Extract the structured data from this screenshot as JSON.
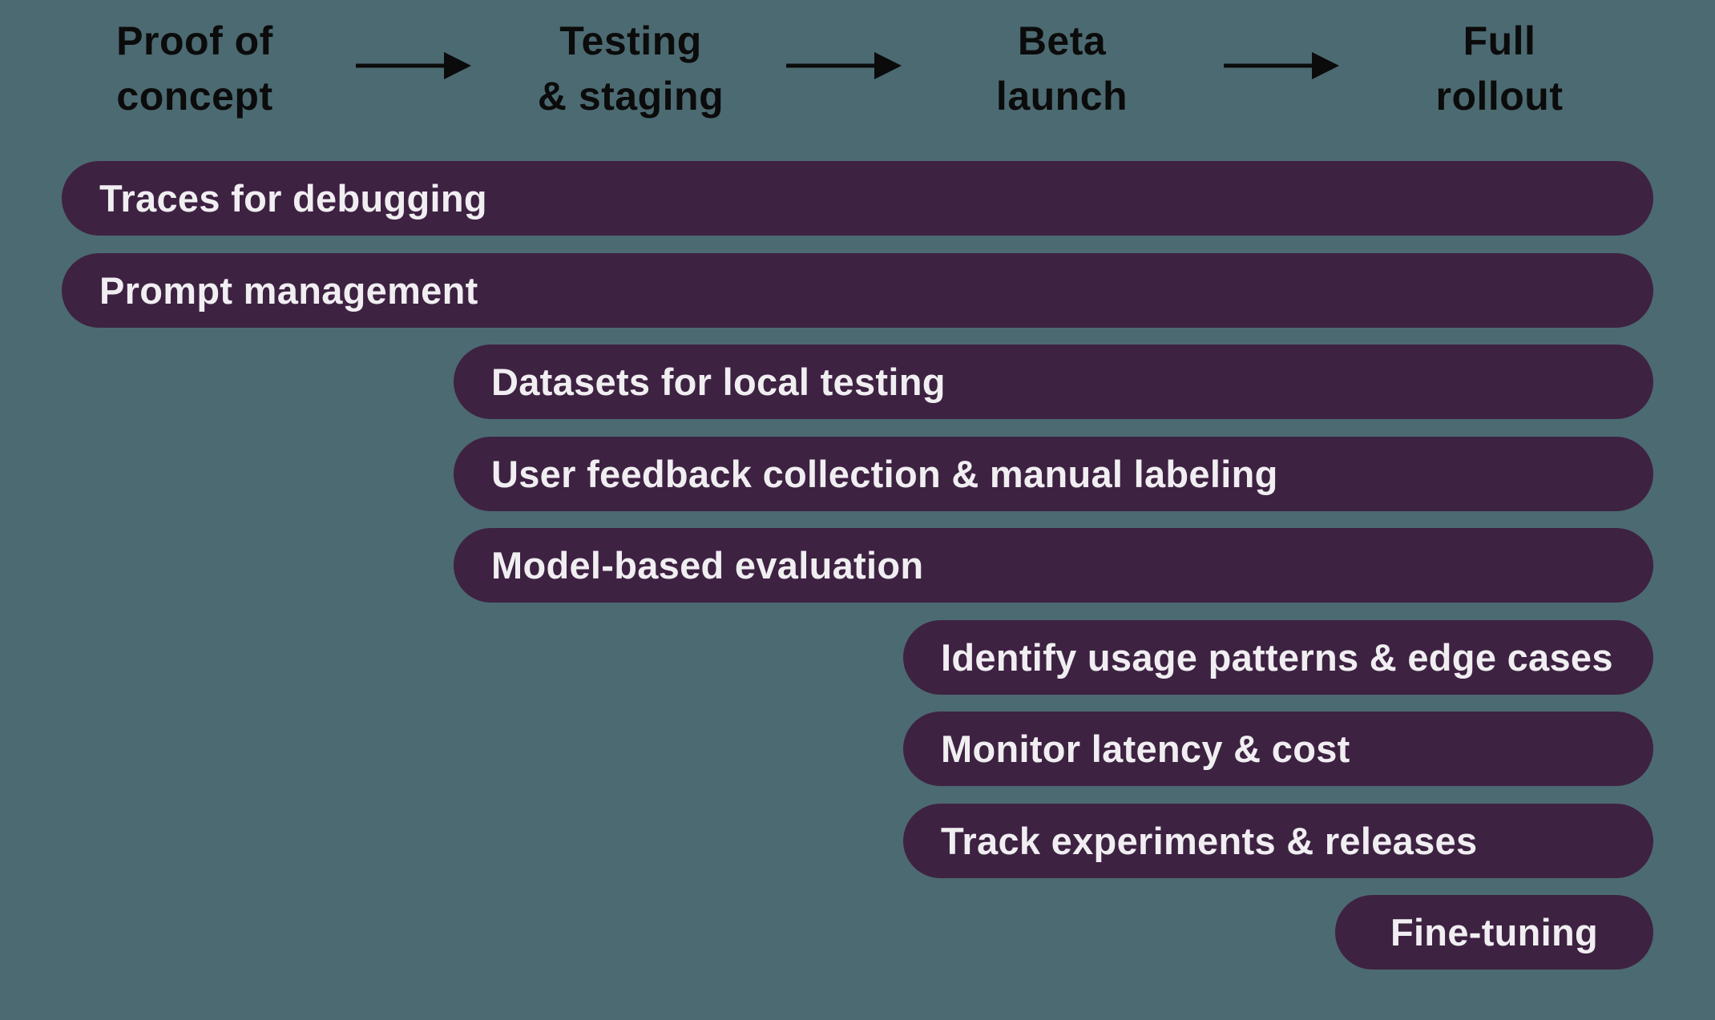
{
  "stages": [
    {
      "line1": "Proof of",
      "line2": "concept"
    },
    {
      "line1": "Testing",
      "line2": "& staging"
    },
    {
      "line1": "Beta",
      "line2": "launch"
    },
    {
      "line1": "Full",
      "line2": "rollout"
    }
  ],
  "bars": [
    {
      "label": "Traces for debugging",
      "start_stage": "Proof of concept",
      "end_stage": "Full rollout"
    },
    {
      "label": "Prompt management",
      "start_stage": "Proof of concept",
      "end_stage": "Full rollout"
    },
    {
      "label": "Datasets for local testing",
      "start_stage": "Testing & staging",
      "end_stage": "Full rollout"
    },
    {
      "label": "User feedback collection & manual labeling",
      "start_stage": "Testing & staging",
      "end_stage": "Full rollout"
    },
    {
      "label": "Model-based evaluation",
      "start_stage": "Testing & staging",
      "end_stage": "Full rollout"
    },
    {
      "label": "Identify usage patterns & edge cases",
      "start_stage": "Beta launch",
      "end_stage": "Full rollout"
    },
    {
      "label": "Monitor latency & cost",
      "start_stage": "Beta launch",
      "end_stage": "Full rollout"
    },
    {
      "label": "Track experiments & releases",
      "start_stage": "Beta launch",
      "end_stage": "Full rollout"
    },
    {
      "label": "Fine-tuning",
      "start_stage": "Full rollout",
      "end_stage": "Full rollout"
    }
  ],
  "chart_data": {
    "type": "gantt",
    "categories": [
      "Proof of concept",
      "Testing & staging",
      "Beta launch",
      "Full rollout"
    ],
    "series": [
      {
        "name": "Traces for debugging",
        "span": [
          0,
          3
        ]
      },
      {
        "name": "Prompt management",
        "span": [
          0,
          3
        ]
      },
      {
        "name": "Datasets for local testing",
        "span": [
          1,
          3
        ]
      },
      {
        "name": "User feedback collection & manual labeling",
        "span": [
          1,
          3
        ]
      },
      {
        "name": "Model-based evaluation",
        "span": [
          1,
          3
        ]
      },
      {
        "name": "Identify usage patterns & edge cases",
        "span": [
          2,
          3
        ]
      },
      {
        "name": "Monitor latency & cost",
        "span": [
          2,
          3
        ]
      },
      {
        "name": "Track experiments & releases",
        "span": [
          2,
          3
        ]
      },
      {
        "name": "Fine-tuning",
        "span": [
          3,
          3
        ]
      }
    ]
  },
  "colors": {
    "background": "#4C6A71",
    "bar_fill": "#3E2242",
    "bar_text": "#F0EEF1",
    "heading_text": "#0B0B0B",
    "arrow": "#0B0B0B"
  }
}
